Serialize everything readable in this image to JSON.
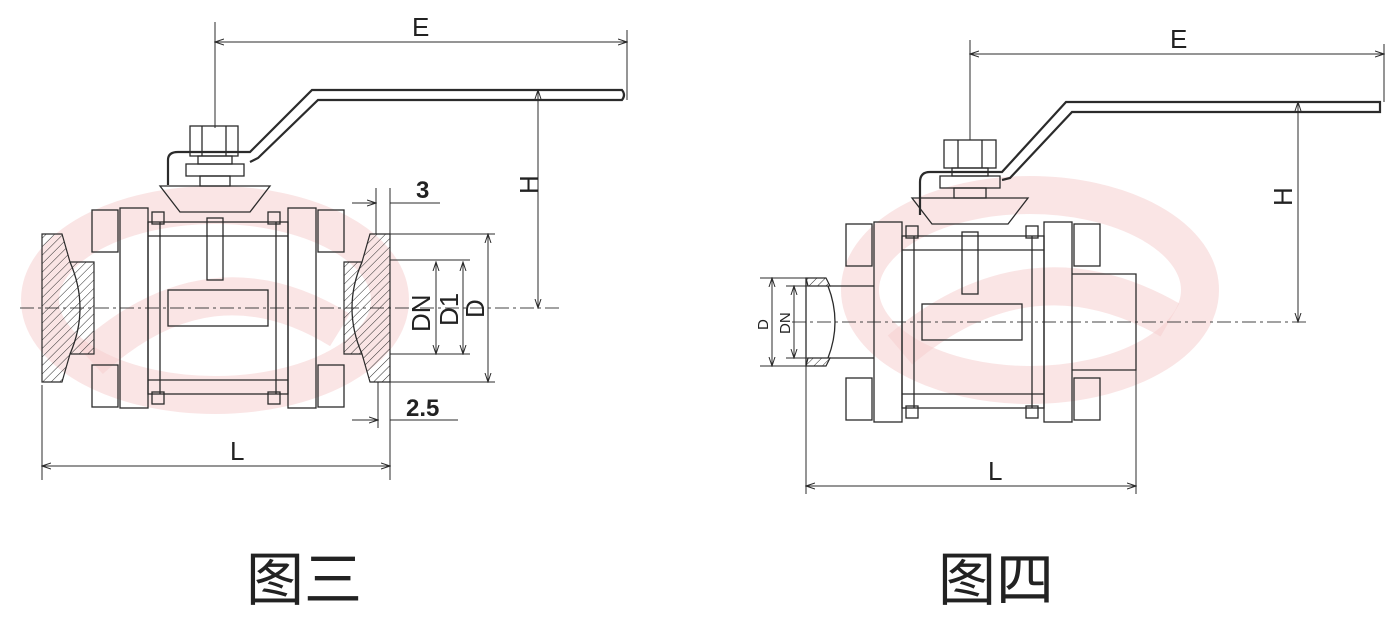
{
  "figures": [
    {
      "caption": "图三",
      "dims": {
        "E": "E",
        "H": "H",
        "L": "L",
        "DN": "DN",
        "D1": "D1",
        "D": "D",
        "t1": "3",
        "t2": "2.5"
      }
    },
    {
      "caption": "图四",
      "dims": {
        "E": "E",
        "H": "H",
        "L": "L",
        "D": "D",
        "DN": "DN"
      }
    }
  ],
  "colors": {
    "line": "#2b2b2b",
    "watermark": "#f6cfcf",
    "background": "#ffffff"
  }
}
